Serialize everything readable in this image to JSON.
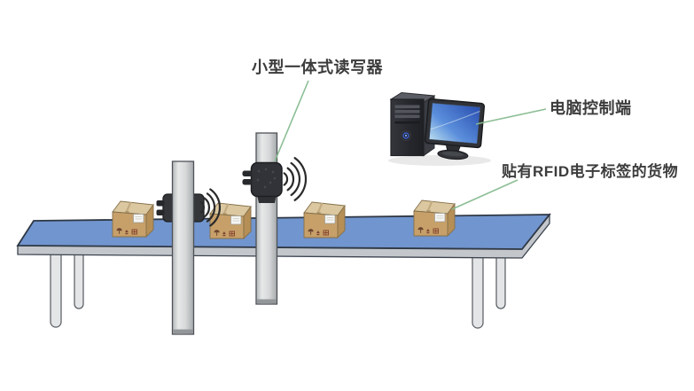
{
  "labels": {
    "reader": "小型一体式读写器",
    "computer_terminal": "电脑控制端",
    "tagged_goods": "贴有RFID电子标签的货物"
  },
  "colors": {
    "annotation_green": "#86bb90",
    "belt_blue": "#7195ce",
    "table_edge_gray": "#c3c7cb",
    "pole_gray": "#d5d7d8",
    "reader_dark": "#323338",
    "box_front_tan": "#c7a069",
    "box_top_tan": "#dcc8a0",
    "box_side_tan": "#b68f57",
    "screen_blue": "#3f77d6",
    "text_dark": "#3c3c3c",
    "background": "#ffffff"
  },
  "scene": {
    "boxes_on_belt": 4,
    "readers": 2,
    "signal_arcs_per_reader": 4,
    "components": [
      "conveyor-table",
      "gantry-pole-left",
      "gantry-pole-center",
      "rfid-reader-left",
      "rfid-reader-center",
      "wifi-waves-left",
      "wifi-waves-center",
      "cardboard-box-1",
      "cardboard-box-2",
      "cardboard-box-3",
      "cardboard-box-4",
      "computer-tower",
      "computer-monitor"
    ]
  }
}
